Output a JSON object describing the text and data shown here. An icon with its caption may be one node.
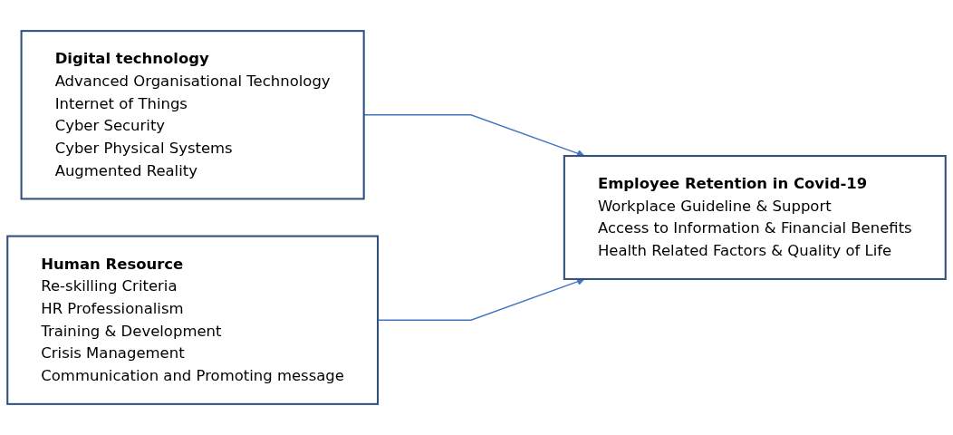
{
  "diagram": {
    "nodes": [
      {
        "text": [
          "Digital technology",
          "Advanced Organisational Technology",
          "Internet of Things",
          "Cyber Security",
          "Cyber Physical Systems",
          "Augmented Reality"
        ]
      },
      {
        "text": [
          "Human Resource",
          "Re-skilling Criteria",
          "HR Professionalism",
          "Training & Development",
          "Crisis Management",
          "Communication and Promoting message"
        ]
      },
      {
        "text": [
          "Employee Retention in Covid-19",
          "Workplace Guideline & Support",
          "Access to Information & Financial Benefits",
          "Health Related Factors & Quality of Life"
        ]
      }
    ],
    "edges": [
      {
        "from": 0,
        "to": 2,
        "arrow": "to"
      },
      {
        "from": 1,
        "to": 2,
        "arrow": "to"
      }
    ]
  }
}
